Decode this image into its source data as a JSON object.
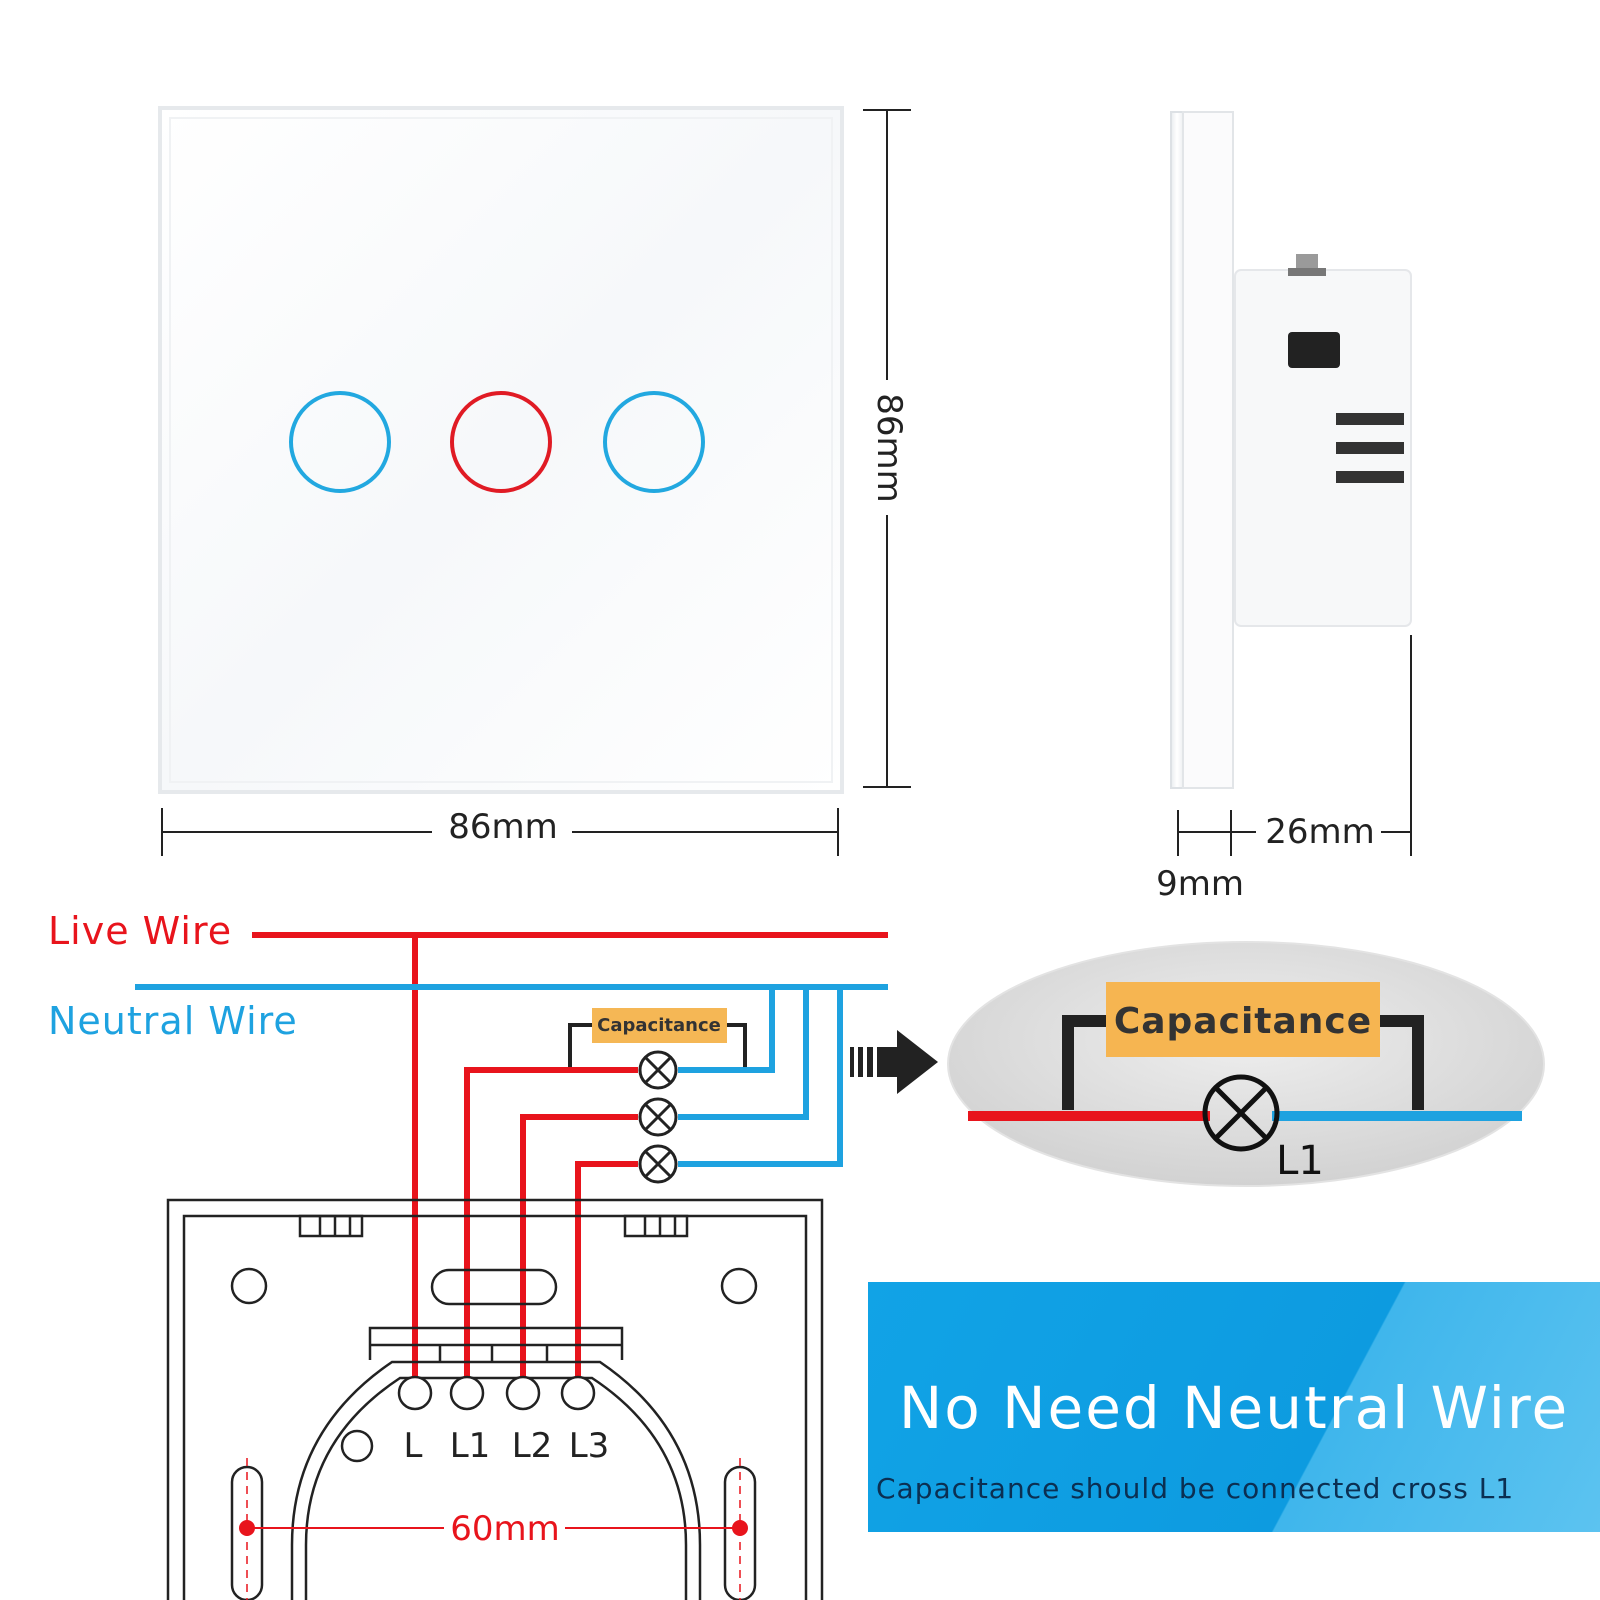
{
  "dimensions": {
    "front_height": "86mm",
    "front_width": "86mm",
    "side_depth": "26mm",
    "side_glass": "9mm",
    "mount_spacing": "60mm"
  },
  "wires": {
    "live": "Live Wire",
    "neutral": "Neutral Wire",
    "live_color": "#e8141c",
    "neutral_color": "#1ea2e0"
  },
  "capacitance_label": "Capacitance",
  "terminals": [
    "L",
    "L1",
    "L2",
    "L3"
  ],
  "zoom": {
    "capacitance_label": "Capacitance",
    "lamp_label": "L1"
  },
  "banner": {
    "title": "No Need Neutral Wire",
    "subtitle": "Capacitance should be connected cross L1"
  },
  "ring_colors": [
    "#22a8e0",
    "#e01b24",
    "#22a8e0"
  ]
}
